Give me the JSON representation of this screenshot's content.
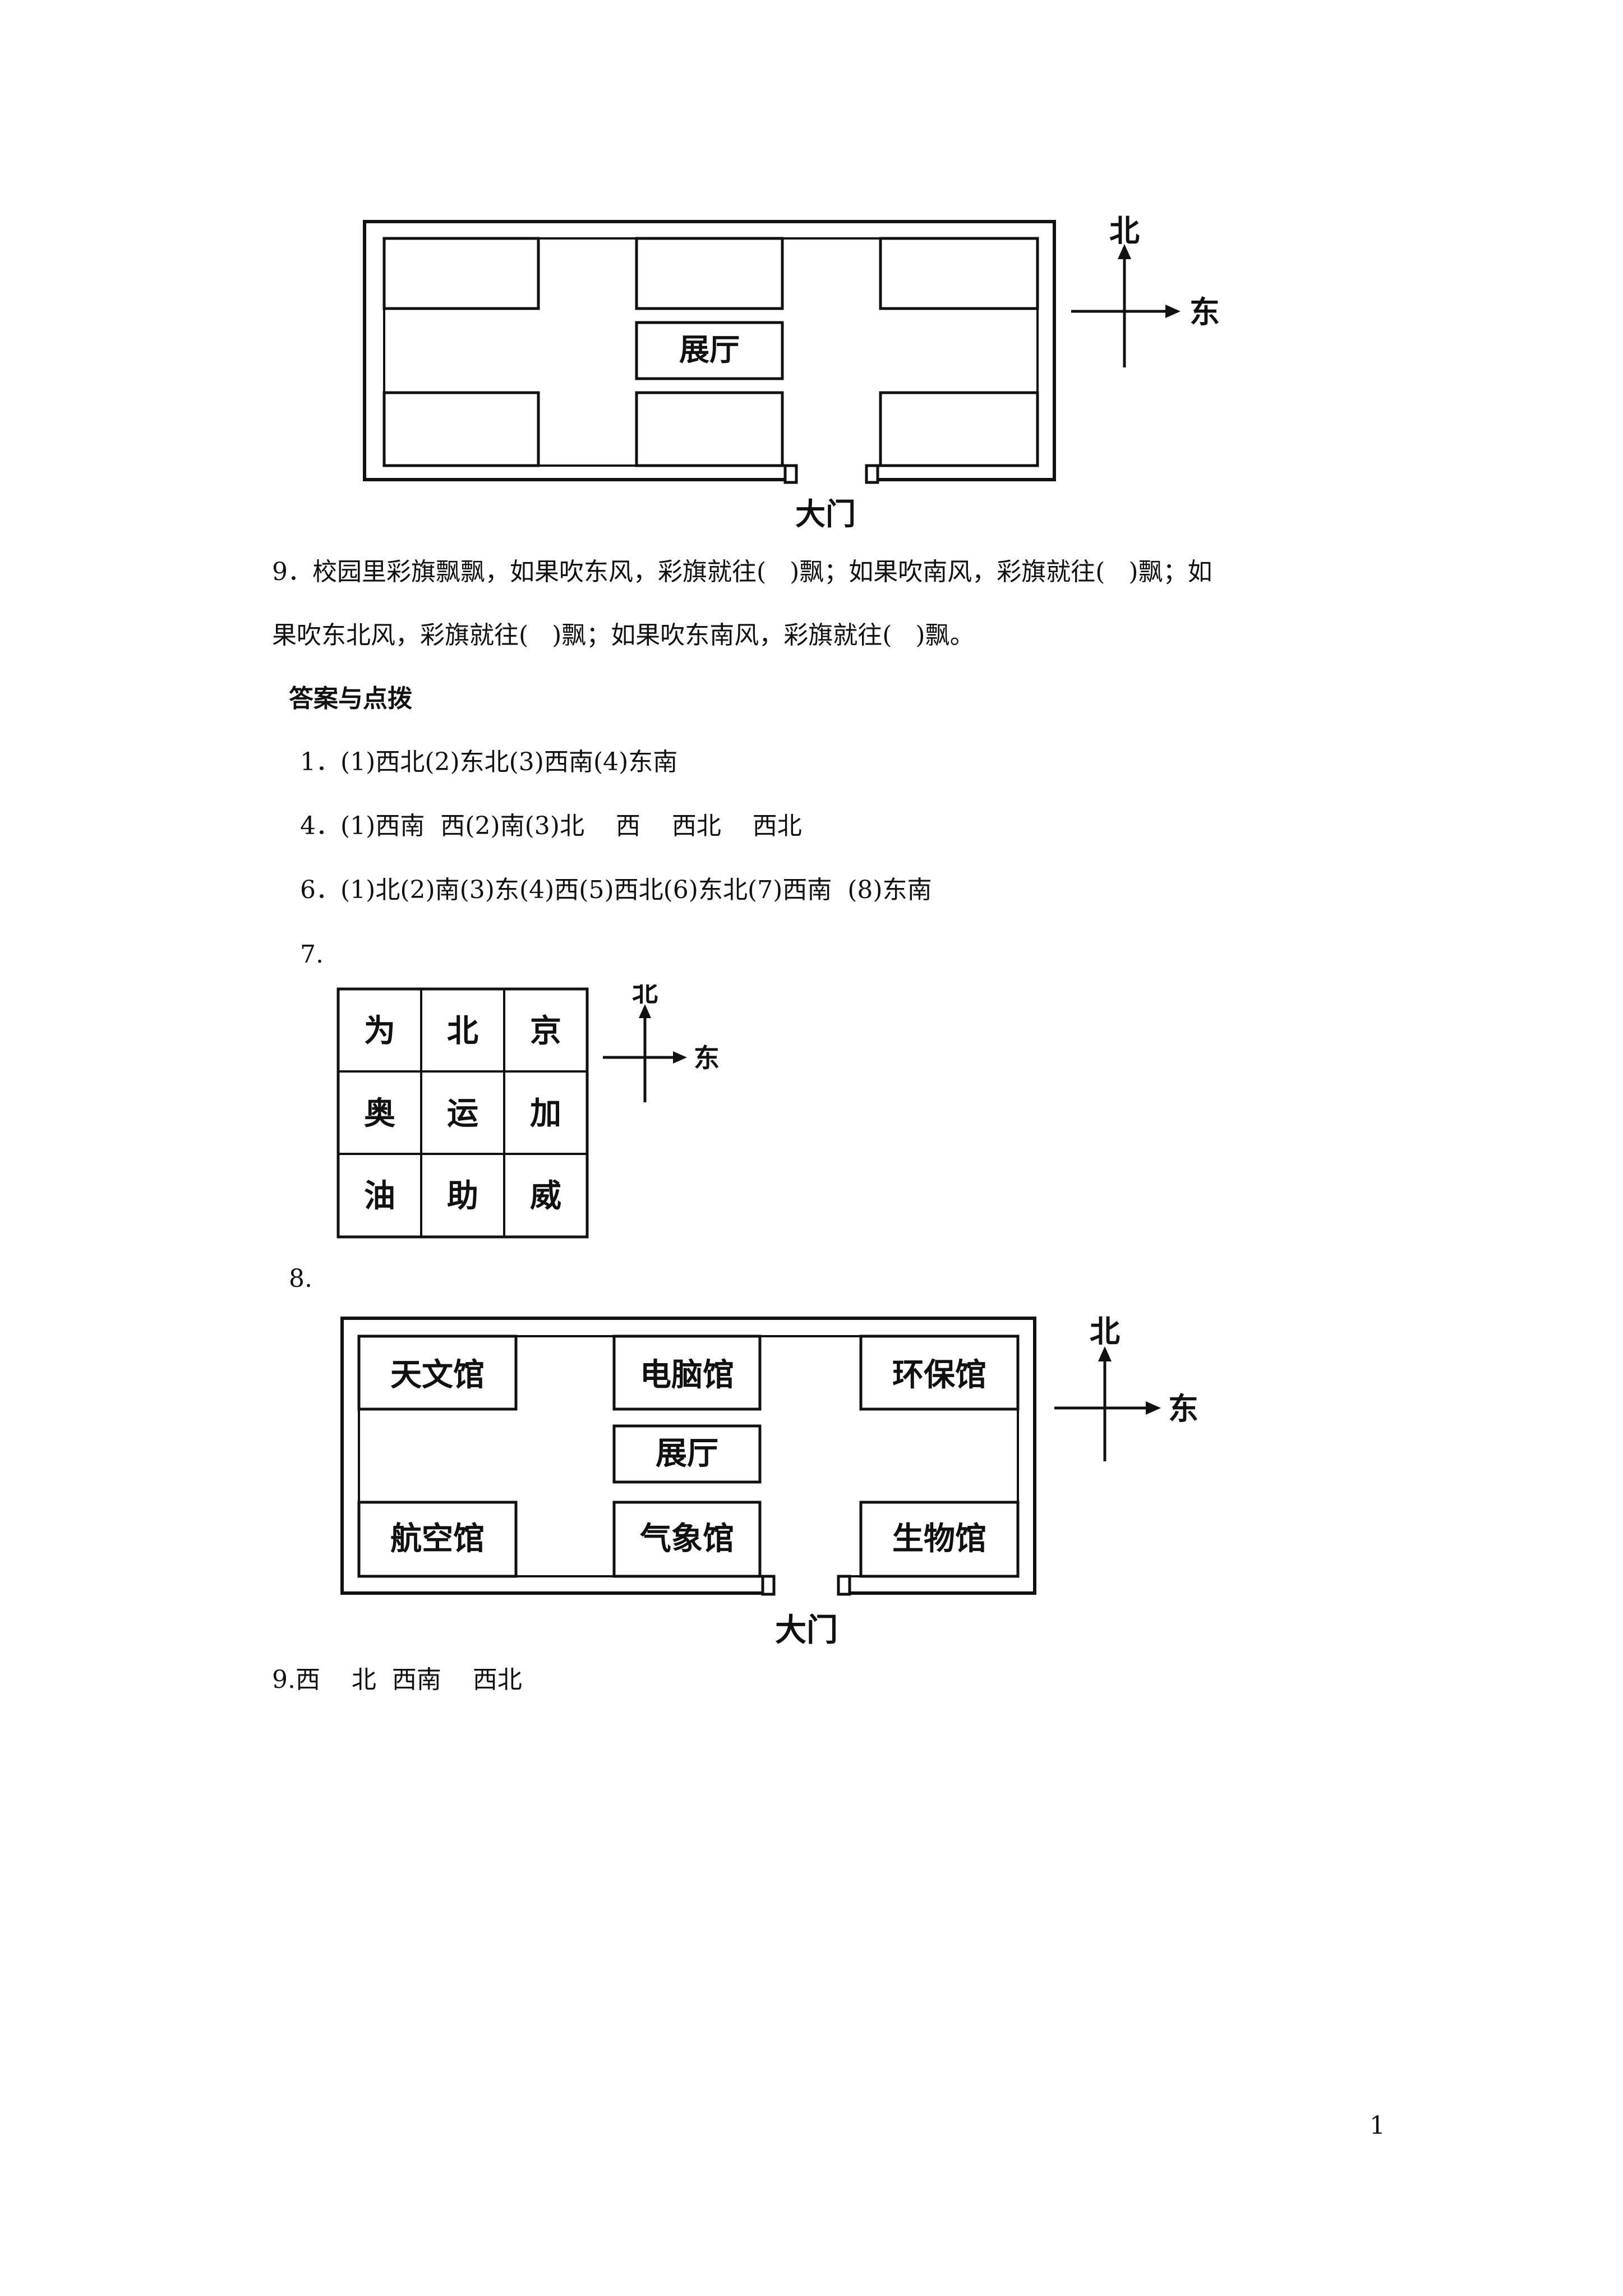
{
  "figure1": {
    "hall_label": "展厅",
    "gate_label": "大门",
    "compass_north": "北",
    "compass_east": "东"
  },
  "question9": {
    "line1": "9．校园里彩旗飘飘，如果吹东风，彩旗就往(   )飘；如果吹南风，彩旗就往(   )飘；如",
    "line2": "果吹东北风，彩旗就往(   )飘；如果吹东南风，彩旗就往(   )飘。"
  },
  "answers": {
    "heading": "答案与点拨",
    "a1": "1．(1)西北(2)东北(3)西南(4)东南",
    "a4": "4．(1)西南  西(2)南(3)北    西    西北    西北",
    "a6": "6．(1)北(2)南(3)东(4)西(5)西北(6)东北(7)西南  (8)东南",
    "a7": "7.",
    "a8": "8.",
    "a9": "9.西    北  西南    西北"
  },
  "grid7": {
    "cells": [
      "为",
      "北",
      "京",
      "奥",
      "运",
      "加",
      "油",
      "助",
      "威"
    ],
    "compass_north": "北",
    "compass_east": "东"
  },
  "figure8": {
    "rooms": {
      "top_left": "天文馆",
      "top_middle": "电脑馆",
      "top_right": "环保馆",
      "hall": "展厅",
      "bottom_left": "航空馆",
      "bottom_middle": "气象馆",
      "bottom_right": "生物馆"
    },
    "gate_label": "大门",
    "compass_north": "北",
    "compass_east": "东"
  },
  "page_number": "1"
}
